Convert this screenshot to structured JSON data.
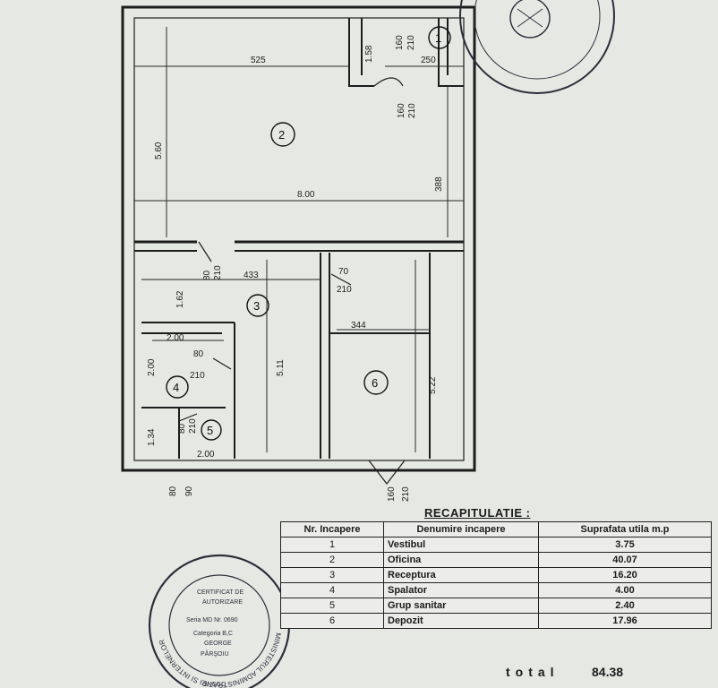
{
  "rooms": [
    {
      "number": "1"
    },
    {
      "number": "2"
    },
    {
      "number": "3"
    },
    {
      "number": "4"
    },
    {
      "number": "5"
    },
    {
      "number": "6"
    }
  ],
  "dimensions": {
    "d525": "525",
    "d560": "5.60",
    "d800": "8.00",
    "d388": "388",
    "d158": "1.58",
    "d250": "250",
    "d160a": "160",
    "d210a": "210",
    "d160b": "160",
    "d210b": "210",
    "d80a": "80",
    "d210c": "210",
    "d433": "433",
    "d162": "1.62",
    "d511": "5.11",
    "d70": "70",
    "d210d": "210",
    "d344": "344",
    "d522": "5.22",
    "d200a": "2.00",
    "d200b": "2.00",
    "d80b": "80",
    "d210e": "210",
    "d134": "1.34",
    "d80c": "80",
    "d210f": "210",
    "d200c": "2.00",
    "d80d": "80",
    "d90": "90",
    "d160c": "160",
    "d210g": "210"
  },
  "recap": {
    "title": "RECAPITULATIE :",
    "headers": [
      "Nr. Incapere",
      "Denumire incapere",
      "Suprafata utila m.p"
    ],
    "rows": [
      [
        "1",
        "Vestibul",
        "3.75"
      ],
      [
        "2",
        "Oficina",
        "40.07"
      ],
      [
        "3",
        "Receptura",
        "16.20"
      ],
      [
        "4",
        "Spalator",
        "4.00"
      ],
      [
        "5",
        "Grup sanitar",
        "2.40"
      ],
      [
        "6",
        "Depozit",
        "17.96"
      ]
    ],
    "total_label": "total",
    "total_value": "84.38"
  },
  "stamp": {
    "ring_text": "MINISTERUL ADMINISTRATIEI SI INTERNELOR",
    "line1": "CERTIFICAT DE",
    "line2": "AUTORIZARE",
    "line3": "Seria MD Nr. 0690",
    "line4": "Categoria B,C",
    "line5": "GEORGE",
    "line6": "PÂRŞOIU",
    "bottom": "ONCGC"
  },
  "colors": {
    "paper": "#e6e8e4",
    "ink": "#1b1b1b",
    "stamp": "#2c2f3a"
  }
}
